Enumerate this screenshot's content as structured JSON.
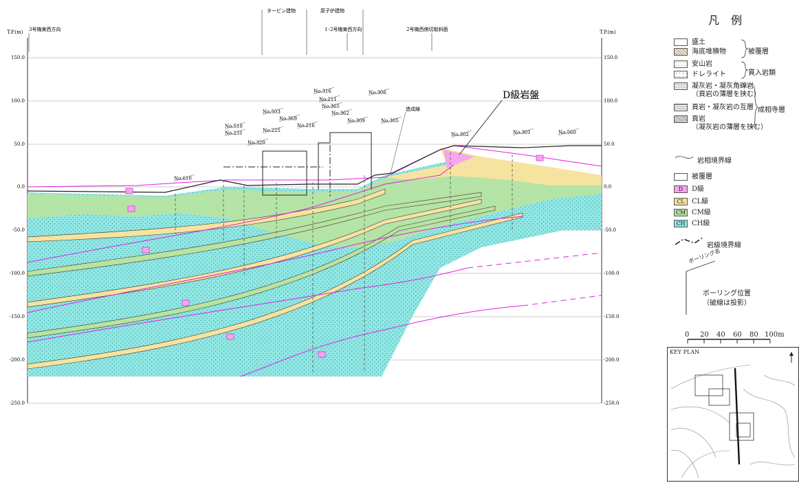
{
  "section": {
    "axis_label_left": "T.P.(m)",
    "axis_label_right": "T.P.(m)",
    "elevation_ticks": [
      "150.0",
      "100.0",
      "50.0",
      "0.0",
      "-50.0",
      "-100.0",
      "-150.0",
      "-200.0",
      "-250.0"
    ],
    "direction_west": "3号機東西方向",
    "direction_units12": "1･2号機東西方向",
    "slope_label": "2号機西側切取斜面",
    "turbine_label": "タービン建物",
    "reactor_label": "原子炉建物",
    "d_rock_label": "D級岩盤",
    "fill_label": "造成線",
    "boreholes": [
      "No.510",
      "No.231",
      "No.320",
      "No.503",
      "No.225",
      "No.369",
      "No.216",
      "No.316",
      "No.211",
      "No.365",
      "No.362",
      "No.309",
      "No.306",
      "No.305",
      "No.302",
      "No.301",
      "No.560",
      "No.610"
    ]
  },
  "legend": {
    "title": "凡 例",
    "items": [
      {
        "label": "盛土",
        "color": "#ffffff",
        "pattern": "none"
      },
      {
        "label": "海底堆積物",
        "color": "#f4e7c8",
        "pattern": "hatch"
      },
      {
        "label": "安山岩",
        "color": "#ffffff",
        "pattern": "dots"
      },
      {
        "label": "ドレライト",
        "color": "#ffffff",
        "pattern": "dots"
      },
      {
        "label": "凝灰岩・凝灰角礫岩",
        "sub": "（頁岩の薄層を挟む）",
        "color": "#e8e8e8",
        "pattern": "dots"
      },
      {
        "label": "頁岩・凝灰岩の互層",
        "color": "#eeeeee",
        "pattern": "hatch"
      },
      {
        "label": "頁岩",
        "sub": "（凝灰岩の薄層を挟む）",
        "color": "#dddddd",
        "pattern": "hatch"
      }
    ],
    "groups": {
      "cover": "被覆層",
      "intrusive": "貫入岩類",
      "formation": "成相寺層"
    },
    "facies_boundary": "岩相境界線",
    "grades": [
      {
        "label": "被覆層",
        "color": "#ffffff"
      },
      {
        "label": "D級",
        "color": "#f4a6f0",
        "code": "D"
      },
      {
        "label": "CL級",
        "color": "#f6e3a0",
        "code": "CL"
      },
      {
        "label": "CM級",
        "color": "#b9e3a0",
        "code": "CM"
      },
      {
        "label": "CH級",
        "color": "#8fe6e3",
        "code": "CH"
      }
    ],
    "grade_boundary": "岩級境界線",
    "boring_name": "ボーリング名",
    "boring_pos_1": "ボーリング位置",
    "boring_pos_2": "（破線は投影）",
    "scale_labels": [
      "0",
      "20",
      "40",
      "60",
      "80",
      "100m"
    ],
    "key_plan": "KEY PLAN"
  },
  "colors": {
    "D": "#f4a6f0",
    "CL": "#f6e3a0",
    "CM": "#b9e3a0",
    "CH": "#8fe6e3",
    "boundary_pink": "#e020e0",
    "line": "#333333"
  }
}
